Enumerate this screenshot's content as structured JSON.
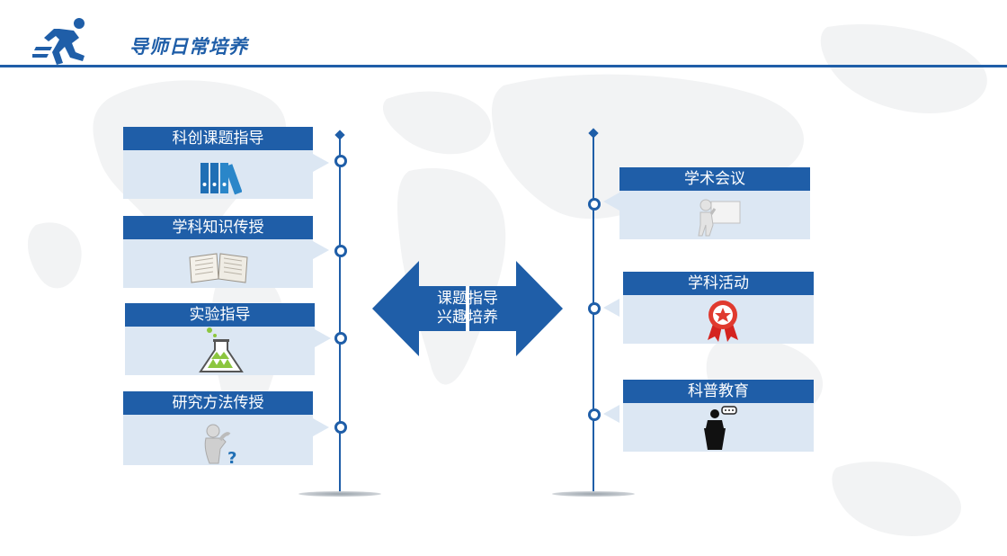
{
  "header": {
    "title": "导师日常培养",
    "icon": "running-man-icon"
  },
  "center": {
    "line1": "课题指导",
    "line2": "兴趣培养",
    "icon": "double-arrow-icon"
  },
  "left_items": [
    {
      "label": "科创课题指导",
      "icon": "binders-icon"
    },
    {
      "label": "学科知识传授",
      "icon": "open-book-icon"
    },
    {
      "label": "实验指导",
      "icon": "flask-icon"
    },
    {
      "label": "研究方法传授",
      "icon": "thinking-figure-icon"
    }
  ],
  "right_items": [
    {
      "label": "学术会议",
      "icon": "presenter-board-icon"
    },
    {
      "label": "学科活动",
      "icon": "award-ribbon-icon"
    },
    {
      "label": "科普教育",
      "icon": "speaker-podium-icon"
    }
  ],
  "colors": {
    "primary": "#1f5ea8",
    "card_body": "#dce7f3",
    "background": "#ffffff"
  }
}
